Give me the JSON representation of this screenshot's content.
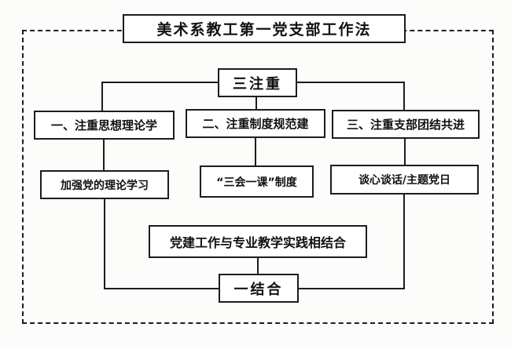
{
  "diagram": {
    "title": "美术系教工第一党支部工作法",
    "top_node": "三注重",
    "branches": [
      {
        "heading": "一、注重思想理论学",
        "detail": "加强党的理论学习"
      },
      {
        "heading": "二、注重制度规范建",
        "detail": "“三会一课”制度"
      },
      {
        "heading": "三、注重支部团结共进",
        "detail": "谈心谈话/主题党日"
      }
    ],
    "integration_node": "党建工作与专业教学实践相结合",
    "bottom_node": "一结合",
    "colors": {
      "line": "#1c1c1c",
      "background": "#fcfcfb",
      "box_background": "#ffffff",
      "text": "#111111"
    }
  }
}
